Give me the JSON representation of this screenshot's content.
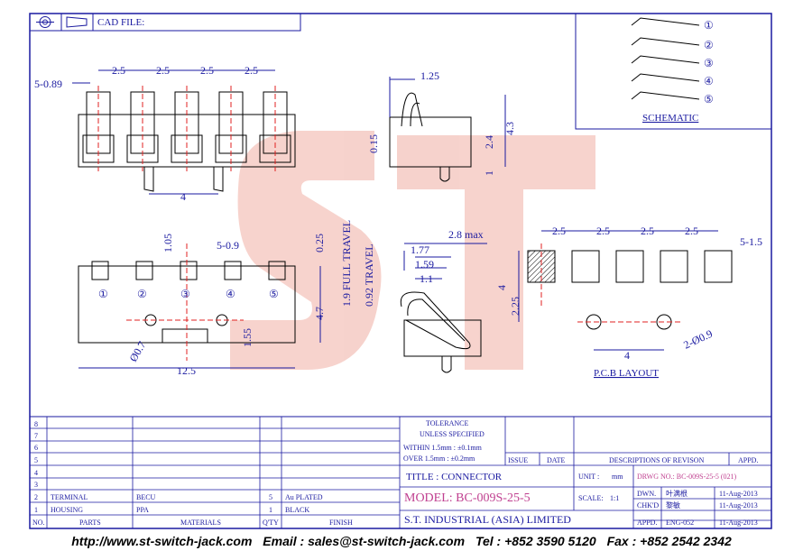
{
  "header": {
    "cad_file_label": "CAD FILE:"
  },
  "top_view": {
    "pitch_labels": [
      "2.5",
      "2.5",
      "2.5",
      "2.5"
    ],
    "pin_label": "5-0.89",
    "post_spacing": "4"
  },
  "side_view": {
    "dim_width": "1.25",
    "dim_thickness": "0.15",
    "dim_height": "4.3",
    "dim_mid": "2.4",
    "dim_bottom": "1"
  },
  "schematic": {
    "title": "SCHEMATIC",
    "pins": [
      "①",
      "②",
      "③",
      "④",
      "⑤"
    ]
  },
  "front_view": {
    "dim_top": "1.05",
    "dim_pins": "5-0.9",
    "dim_right_top": "0.25",
    "dim_height": "4.7",
    "dim_post": "1.55",
    "dim_hole": "Ø0.7",
    "dim_width": "12.5",
    "pin_numbers": [
      "①",
      "②",
      "③",
      "④",
      "⑤"
    ]
  },
  "travel_view": {
    "full_travel_label": "1.9  FULL  TRAVEL",
    "travel_label": "0.92  TRAVEL",
    "dim_max": "2.8  max",
    "dim_a": "1.77",
    "dim_b": "1.59",
    "dim_c": "1.1"
  },
  "pcb_layout": {
    "title": "P.C.B LAYOUT",
    "pitch_labels": [
      "2.5",
      "2.5",
      "2.5",
      "2.5"
    ],
    "pad_label": "5-1.5",
    "dim_pad_height": "4",
    "dim_offset": "2.25",
    "hole_spacing": "4",
    "hole_label": "2-Ø0.9"
  },
  "title_block": {
    "rows": [
      {
        "no": "8",
        "part": "",
        "material": "",
        "qty": "",
        "finish": ""
      },
      {
        "no": "7",
        "part": "",
        "material": "",
        "qty": "",
        "finish": ""
      },
      {
        "no": "6",
        "part": "",
        "material": "",
        "qty": "",
        "finish": ""
      },
      {
        "no": "5",
        "part": "",
        "material": "",
        "qty": "",
        "finish": ""
      },
      {
        "no": "4",
        "part": "",
        "material": "",
        "qty": "",
        "finish": ""
      },
      {
        "no": "3",
        "part": "",
        "material": "",
        "qty": "",
        "finish": ""
      },
      {
        "no": "2",
        "part": "TERMINAL",
        "material": "BECU",
        "qty": "5",
        "finish": "Au PLATED"
      },
      {
        "no": "1",
        "part": "HOUSING",
        "material": "PPA",
        "qty": "1",
        "finish": "BLACK"
      }
    ],
    "col_headers": {
      "no": "NO.",
      "parts": "PARTS",
      "materials": "MATERIALS",
      "qty": "Q'TY",
      "finish": "FINISH"
    },
    "tolerance_title": "TOLERANCE",
    "tolerance_sub": "UNLESS  SPECIFIED",
    "tolerance_within": "WITHIN  1.5mm : ±0.1mm",
    "tolerance_over": "OVER   1.5mm : ±0.2mm",
    "rev_headers": {
      "issue": "ISSUE",
      "date": "DATE",
      "desc": "DESCRIPTIONS  OF  REVISON",
      "appd": "APPD."
    },
    "title_label": "TITLE : CONNECTOR",
    "unit_label": "UNIT :",
    "unit_value": "mm",
    "drwg_label": "DRWG NO.: BC-009S-25-5 (021)",
    "model_label": "MODEL: BC-009S-25-5",
    "scale_label": "SCALE:",
    "scale_value": "1:1",
    "dwn_label": "DWN.",
    "dwn_name": "叶满根",
    "dwn_date": "11-Aug-2013",
    "chkd_label": "CHK'D",
    "chkd_name": "黎敏",
    "chkd_date": "11-Aug-2013",
    "appd_label": "APPD.",
    "appd_name": "ENG-052",
    "appd_date": "11-Aug-2013",
    "company": "S.T.  INDUSTRIAL  (ASIA)  LIMITED"
  },
  "footer": {
    "website": "http://www.st-switch-jack.com",
    "email": "Email : sales@st-switch-jack.com",
    "tel": "Tel : +852 3590 5120",
    "fax": "Fax : +852 2542 2342"
  }
}
